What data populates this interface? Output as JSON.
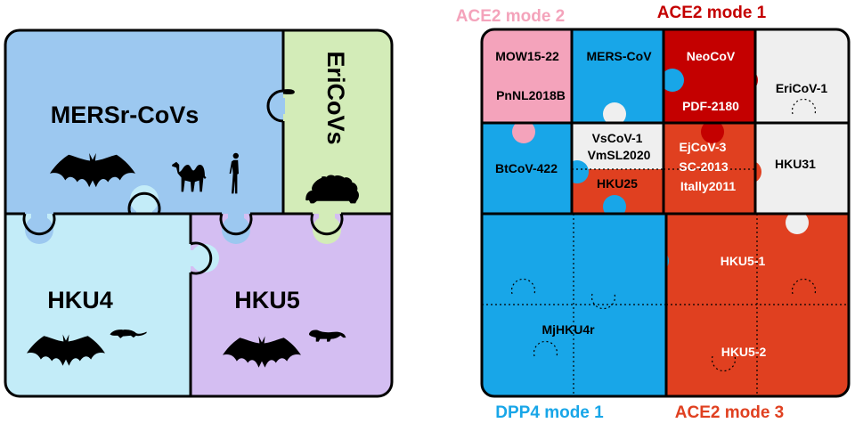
{
  "left_puzzle": {
    "pieces": {
      "mersr": "MERSr-CoVs",
      "eri": "EriCoVs",
      "hku4": "HKU4",
      "hku5": "HKU5"
    },
    "colors": {
      "mersr": "#9cc8f0",
      "eri": "#d3ecb8",
      "hku4": "#c3ecf8",
      "hku5": "#d4bef2"
    },
    "icons": [
      "bat-icon",
      "camel-icon",
      "human-icon",
      "hedgehog-icon",
      "bat-icon",
      "shrew-icon",
      "bat-icon",
      "ferret-icon"
    ]
  },
  "right_puzzle": {
    "mode_labels": {
      "ace2_mode2": "ACE2 mode 2",
      "ace2_mode1": "ACE2 mode 1",
      "dpp4_mode1": "DPP4 mode 1",
      "ace2_mode3": "ACE2 mode 3"
    },
    "mode_colors": {
      "ace2_mode2": "#f4a3bb",
      "ace2_mode1": "#c40000",
      "dpp4_mode1": "#18a6e8",
      "ace2_mode3": "#e04020"
    },
    "viruses": {
      "mow15": "MOW15-22",
      "pnnl": "PnNL2018B",
      "mers": "MERS-CoV",
      "neocov": "NeoCoV",
      "pdf": "PDF-2180",
      "ericov1": "EriCoV-1",
      "vscov": "VsCoV-1",
      "vmsl": "VmSL2020",
      "hku25": "HKU25",
      "btcov": "BtCoV-422",
      "ejcov": "EjCoV-3",
      "sc2013": "SC-2013",
      "itally": "Itally2011",
      "hku31": "HKU31",
      "hku51": "HKU5-1",
      "hku52": "HKU5-2",
      "mjhku4r": "MjHKU4r"
    },
    "tile_colors": {
      "pink": "#f4a3bb",
      "blue": "#18a6e8",
      "dark_red": "#c40000",
      "red": "#e04020",
      "grey": "#efefef"
    }
  }
}
